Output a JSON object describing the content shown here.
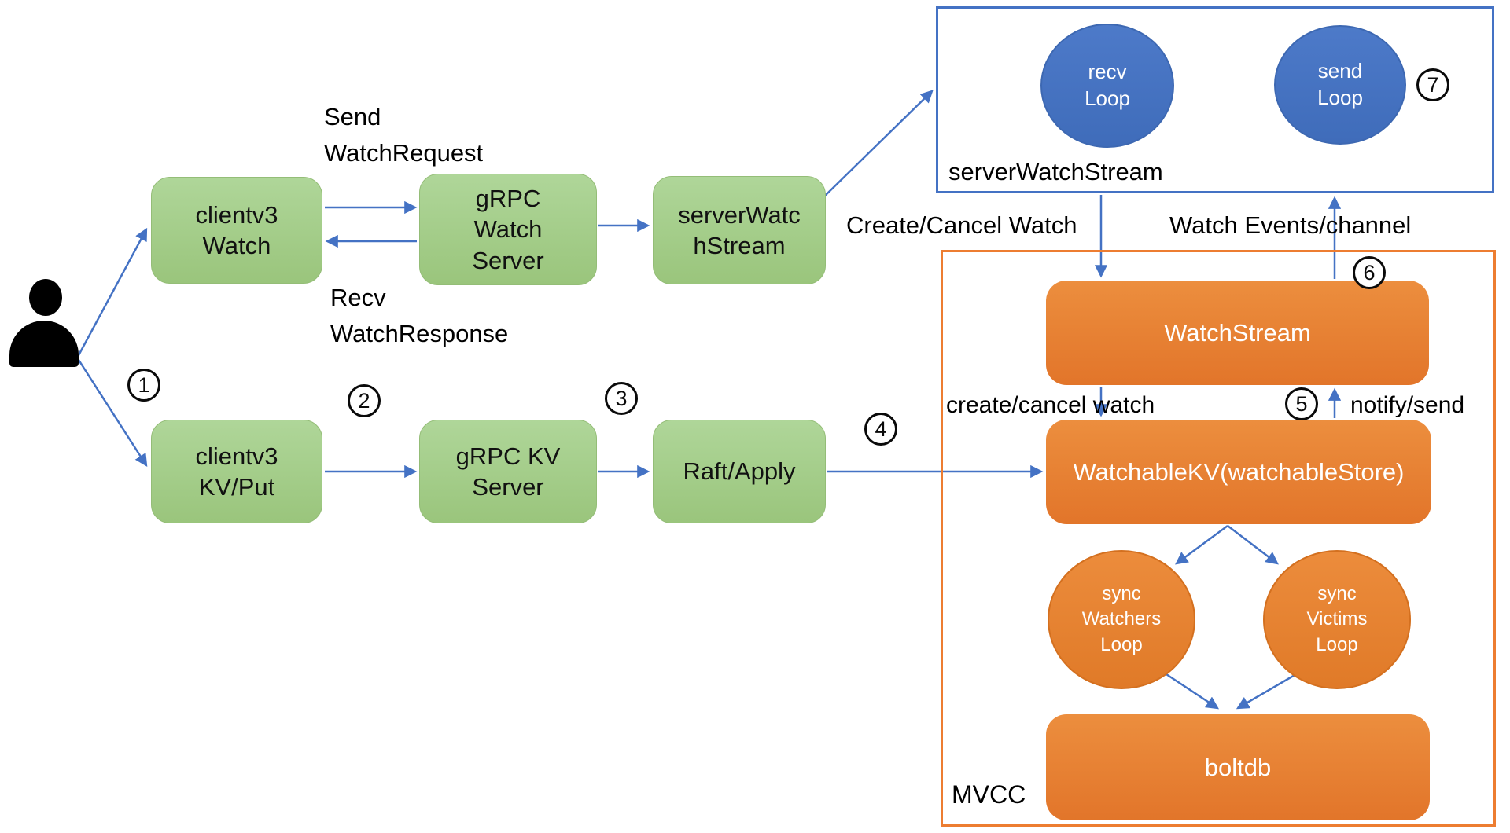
{
  "nodes": {
    "clientv3_watch": {
      "label": "clientv3\nWatch"
    },
    "grpc_watch_server": {
      "label": "gRPC\nWatch\nServer"
    },
    "server_watch_stream": {
      "label": "serverWatc\nhStream"
    },
    "clientv3_kv_put": {
      "label": "clientv3\nKV/Put"
    },
    "grpc_kv_server": {
      "label": "gRPC KV\nServer"
    },
    "raft_apply": {
      "label": "Raft/Apply"
    },
    "recv_loop": {
      "label": "recv\nLoop"
    },
    "send_loop": {
      "label": "send\nLoop"
    },
    "watch_stream": {
      "label": "WatchStream"
    },
    "watchable_kv": {
      "label": "WatchableKV(watchableStore)"
    },
    "sync_watchers_loop": {
      "label": "sync\nWatchers\nLoop"
    },
    "sync_victims_loop": {
      "label": "sync\nVictims\nLoop"
    },
    "boltdb": {
      "label": "boltdb"
    }
  },
  "groups": {
    "server_watch_stream_group": {
      "label": "serverWatchStream"
    },
    "mvcc_group": {
      "label": "MVCC"
    }
  },
  "edge_labels": {
    "send_watch_request": "Send\nWatchRequest",
    "recv_watch_response": "Recv\nWatchResponse",
    "create_cancel_watch_upper": "Create/Cancel Watch",
    "watch_events_channel": "Watch Events/channel",
    "create_cancel_watch_lower": "create/cancel watch",
    "notify_send": "notify/send"
  },
  "steps": [
    "1",
    "2",
    "3",
    "4",
    "5",
    "6",
    "7"
  ],
  "icons": {
    "user": "user-silhouette"
  },
  "colors": {
    "arrow_blue": "#4472C4",
    "green_node_fill": "#A9D18E",
    "blue_node_fill": "#4472C4",
    "orange_node_fill": "#ED7D31",
    "blue_group_border": "#4472C4",
    "orange_group_border": "#ED7D31",
    "text": "#000000"
  }
}
